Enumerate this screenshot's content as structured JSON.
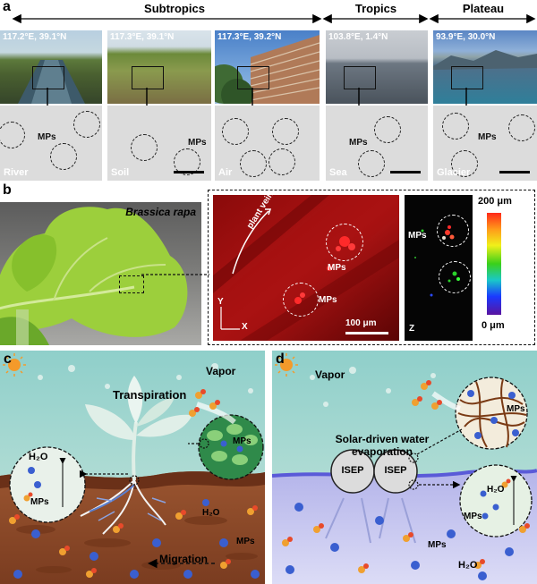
{
  "panel_a": {
    "label": "a",
    "regions": [
      "Subtropics",
      "Tropics",
      "Plateau"
    ],
    "sites": [
      {
        "coord": "117.2°E, 39.1°N",
        "sample": "River"
      },
      {
        "coord": "117.3°E, 39.1°N",
        "sample": "Soil"
      },
      {
        "coord": "117.3°E, 39.2°N",
        "sample": "Air"
      },
      {
        "coord": "103.8°E, 1.4°N",
        "sample": "Sea"
      },
      {
        "coord": "93.9°E, 30.0°N",
        "sample": "Glacier"
      }
    ],
    "mps_label": "MPs"
  },
  "panel_b": {
    "label": "b",
    "species": "Brassica rapa",
    "veins_label": "plant veins",
    "mps_label": "MPs",
    "scale_label": "100 μm",
    "axis_y": "Y",
    "axis_x": "X",
    "axis_z": "Z",
    "colorbar_top": "200 μm",
    "colorbar_bottom": "0 μm"
  },
  "panel_c": {
    "label": "c",
    "vapor": "Vapor",
    "transpiration": "Transpiration",
    "h2o": "H₂O",
    "mps": "MPs",
    "migration": "Migration"
  },
  "panel_d": {
    "label": "d",
    "vapor": "Vapor",
    "title_line1": "Solar-driven water",
    "title_line2": "evaporation",
    "isep": "ISEP",
    "h2o": "H₂O",
    "mps": "MPs"
  },
  "colors": {
    "sky_top": "#8fcfca",
    "sky_bottom": "#c9e6dc",
    "soil": "#8b4a2b",
    "water": "#c9c9ef",
    "red_channel": "#d01010"
  }
}
